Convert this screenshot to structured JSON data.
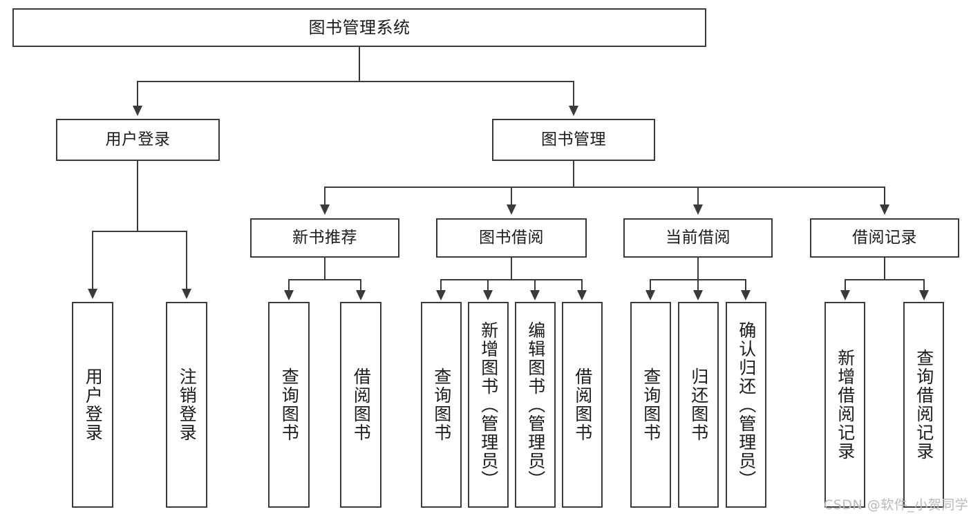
{
  "diagram": {
    "title": "图书管理系统",
    "type": "tree",
    "root": {
      "label": "图书管理系统"
    },
    "level2": [
      {
        "label": "用户登录"
      },
      {
        "label": "图书管理"
      }
    ],
    "level3": [
      {
        "label": "新书推荐"
      },
      {
        "label": "图书借阅"
      },
      {
        "label": "当前借阅"
      },
      {
        "label": "借阅记录"
      }
    ],
    "leaves": {
      "user_login": [
        {
          "label": "用户登录"
        },
        {
          "label": "注销登录"
        }
      ],
      "new_book_recommend": [
        {
          "label": "查询图书"
        },
        {
          "label": "借阅图书"
        }
      ],
      "book_borrow": [
        {
          "label": "查询图书"
        },
        {
          "label": "新增图书（管理员）"
        },
        {
          "label": "编辑图书（管理员）"
        },
        {
          "label": "借阅图书"
        }
      ],
      "current_borrow": [
        {
          "label": "查询图书"
        },
        {
          "label": "归还图书"
        },
        {
          "label": "确认归还（管理员）"
        }
      ],
      "borrow_record": [
        {
          "label": "新增借阅记录"
        },
        {
          "label": "查询借阅记录"
        }
      ]
    }
  },
  "watermark": {
    "text": "CSDN @软件_小贺同学"
  },
  "colors": {
    "stroke": "#3a3a3a",
    "fill": "#ffffff",
    "text": "#1b1b1b",
    "watermark": "#b9b9b9"
  }
}
